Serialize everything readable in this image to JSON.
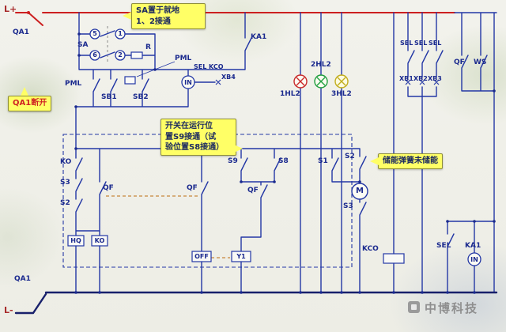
{
  "colors": {
    "wire_blue": "#2337a5",
    "wire_red": "#cc2020",
    "bus_navy": "#18206b",
    "callout_bg": "#ffff66",
    "lamp_red": "#c92a2a",
    "lamp_green": "#1f9e3e",
    "lamp_yellow": "#c2ad1c",
    "mech_link_orange": "#c8863c",
    "watermark_gray": "#8f8f8f"
  },
  "diagram": {
    "rails": {
      "pos": "L+",
      "neg": "L-"
    },
    "callouts": {
      "sa": {
        "line1": "SA置于就地",
        "line2": "1、2接通"
      },
      "qa1": {
        "text": "QA1断开"
      },
      "run_position": {
        "line1": "开关在运行位",
        "line2": "置S9接通（试",
        "line3": "验位置S8接通）"
      },
      "spring": {
        "text": "储能弹簧未储能"
      }
    },
    "labels": {
      "qa1_top": "QA1",
      "sa": "SA",
      "t5": "5",
      "t1": "1",
      "t6": "6",
      "t2": "2",
      "r": "R",
      "ka1_top": "KA1",
      "pml_coil": "PML",
      "sel_top": "SEL",
      "kco_top": "KCO",
      "in_top": "IN",
      "xb4": "XB4",
      "hl2_1": "1HL2",
      "hl2_2": "2HL2",
      "hl2_3": "3HL2",
      "sel_1": "SEL",
      "sel_2": "SEL",
      "sel_3": "SEL",
      "xb1": "XB1",
      "xb2": "XB2",
      "xb3": "XB3",
      "qf_top": "QF",
      "ws": "WS",
      "pml_contact": "PML",
      "sb1": "SB1",
      "sb2": "SB2",
      "ko_contact": "KO",
      "s3_left": "S3",
      "s2_left": "S2",
      "qf_col2": "QF",
      "hq_coil": "HQ",
      "ko_coil": "KO",
      "s9": "S9",
      "s8": "S8",
      "qf_mid": "QF",
      "qf_mid2": "QF",
      "off_coil": "OFF",
      "y1_coil": "Y1",
      "s1": "S1",
      "s2_right": "S2",
      "motor": "M",
      "s3_right": "S3",
      "kco_coil": "KCO",
      "sel_bottom": "SEL",
      "ka1_bottom": "KA1",
      "in_bottom": "IN",
      "qa1_bottom": "QA1"
    },
    "watermark": {
      "brand": "中博科技"
    }
  }
}
